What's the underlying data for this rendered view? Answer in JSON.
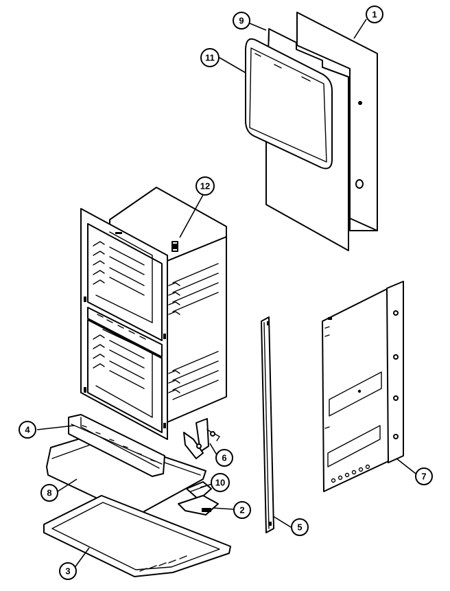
{
  "diagram": {
    "callouts": [
      {
        "id": "c1",
        "label": "1"
      },
      {
        "id": "c9",
        "label": "9"
      },
      {
        "id": "c11",
        "label": "11"
      },
      {
        "id": "c12",
        "label": "12"
      },
      {
        "id": "c4",
        "label": "4"
      },
      {
        "id": "c8",
        "label": "8"
      },
      {
        "id": "c10",
        "label": "10"
      },
      {
        "id": "c2",
        "label": "2"
      },
      {
        "id": "c3",
        "label": "3"
      },
      {
        "id": "c5",
        "label": "5"
      },
      {
        "id": "c6",
        "label": "6"
      },
      {
        "id": "c7",
        "label": "7"
      }
    ]
  }
}
